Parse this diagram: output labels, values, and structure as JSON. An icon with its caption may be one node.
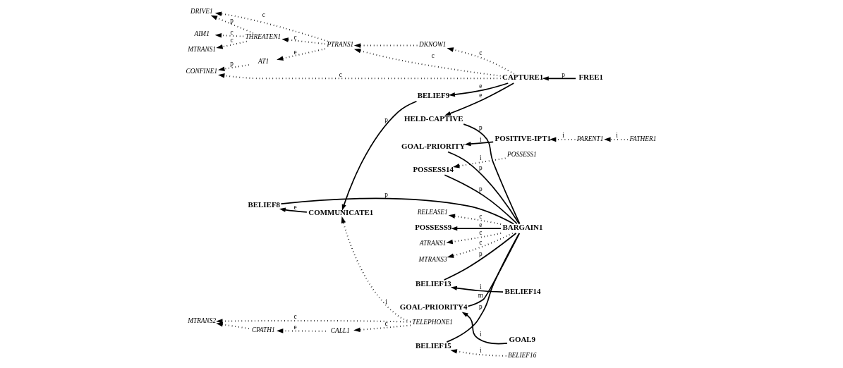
{
  "diagram": {
    "nodes": [
      {
        "text": [
          "POSSESS14"
        ]
      },
      {
        "text": [
          "POSSESS1"
        ]
      },
      {
        "text": [
          "GOAL-PRIORITY"
        ]
      },
      {
        "text": [
          "POSITIVE-IPT1"
        ]
      },
      {
        "text": [
          "PARENT1"
        ]
      },
      {
        "text": [
          "FATHER1"
        ]
      },
      {
        "text": [
          "HELD-CAPTIVE"
        ]
      },
      {
        "text": [
          "CAPTURE1"
        ]
      },
      {
        "text": [
          "FREE1"
        ]
      },
      {
        "text": [
          "BELIEF9"
        ]
      },
      {
        "text": [
          "POSSESS9"
        ]
      },
      {
        "text": [
          "BARGAIN1"
        ]
      },
      {
        "text": [
          "BELIEF8"
        ]
      },
      {
        "text": [
          "COMMUNICATE1"
        ]
      },
      {
        "text": [
          "TELEPHONE1"
        ]
      },
      {
        "text": [
          "CONFINE1"
        ]
      },
      {
        "text": [
          "AT1"
        ]
      },
      {
        "text": [
          "PTRANS1"
        ]
      },
      {
        "text": [
          "DKNOW1"
        ]
      },
      {
        "text": [
          "ATRANS1"
        ]
      },
      {
        "text": [
          "MTRANS3"
        ]
      },
      {
        "text": [
          "BELIEF15"
        ]
      },
      {
        "text": [
          "BELIEF16"
        ]
      },
      {
        "text": [
          "MTRANS2"
        ]
      },
      {
        "text": [
          "CALL1"
        ]
      },
      {
        "text": [
          "RELEASE1"
        ]
      },
      {
        "text": [
          "BELIEF13"
        ]
      },
      {
        "text": [
          "BELIEF14"
        ]
      },
      {
        "text": [
          "DRIVE1"
        ]
      },
      {
        "text": [
          "THREATEN1"
        ]
      },
      {
        "text": [
          "CPATH1"
        ]
      },
      {
        "text": [
          "GOAL-PRIORITY4"
        ]
      },
      {
        "text": [
          "GOAL9"
        ]
      },
      {
        "text": [
          "AIM1"
        ]
      },
      {
        "text": [
          "MTRANS1"
        ]
      }
    ],
    "edges": [
      {
        "from": 11,
        "to": 0,
        "arrow": "none",
        "label": "p"
      },
      {
        "from": 11,
        "to": 2,
        "arrow": "none",
        "label": "p"
      },
      {
        "from": 11,
        "to": 6,
        "arrow": "none",
        "label": "p"
      },
      {
        "from": 11,
        "to": 12,
        "arrow": "none",
        "label": "p"
      },
      {
        "from": 11,
        "to": 21,
        "arrow": "none",
        "label": "p"
      },
      {
        "from": 11,
        "to": 26,
        "arrow": "none",
        "label": "p"
      },
      {
        "from": 11,
        "to": 31,
        "arrow": "none",
        "label": "m"
      },
      {
        "from": 11,
        "to": 10,
        "arrow": "to",
        "label": "e"
      },
      {
        "from": 1,
        "to": 0,
        "arrow": "to",
        "label": "i",
        "style": "dashed"
      },
      {
        "from": 3,
        "to": 2,
        "arrow": "to",
        "label": "i"
      },
      {
        "from": 4,
        "to": 3,
        "arrow": "to",
        "label": "i",
        "style": "dashed"
      },
      {
        "from": 5,
        "to": 4,
        "arrow": "to",
        "label": "i",
        "style": "dashed"
      },
      {
        "from": 7,
        "to": 6,
        "arrow": "to",
        "label": "e"
      },
      {
        "from": 7,
        "to": 9,
        "arrow": "to",
        "label": "e"
      },
      {
        "from": 8,
        "to": 7,
        "arrow": "to",
        "label": "p"
      },
      {
        "from": 9,
        "to": 13,
        "arrow": "to",
        "label": "p"
      },
      {
        "from": 13,
        "to": 12,
        "arrow": "to",
        "label": "e"
      },
      {
        "from": 14,
        "to": 13,
        "arrow": "to",
        "label": "i",
        "style": "dashed"
      },
      {
        "from": 11,
        "to": 19,
        "arrow": "to",
        "label": "c",
        "style": "dashed"
      },
      {
        "from": 11,
        "to": 25,
        "arrow": "to",
        "label": "c",
        "style": "dashed"
      },
      {
        "from": 11,
        "to": 20,
        "arrow": "to",
        "label": "c",
        "style": "dashed"
      },
      {
        "from": 22,
        "to": 21,
        "arrow": "to",
        "label": "i",
        "style": "dashed"
      },
      {
        "from": 27,
        "to": 26,
        "arrow": "to",
        "label": "i"
      },
      {
        "from": 32,
        "to": 31,
        "arrow": "to",
        "label": "i"
      },
      {
        "from": 14,
        "to": 23,
        "arrow": "to",
        "label": "c",
        "style": "dashed"
      },
      {
        "from": 14,
        "to": 24,
        "arrow": "to",
        "label": "c",
        "style": "dashed"
      },
      {
        "from": 24,
        "to": 30,
        "arrow": "to",
        "label": "e",
        "style": "dashed"
      },
      {
        "from": 30,
        "to": 23,
        "arrow": "to",
        "style": "dashed"
      },
      {
        "from": 7,
        "to": 15,
        "arrow": "to",
        "label": "c",
        "style": "dashed"
      },
      {
        "from": 7,
        "to": 17,
        "arrow": "to",
        "label": "c",
        "style": "dashed"
      },
      {
        "from": 7,
        "to": 18,
        "arrow": "to",
        "label": "c",
        "style": "dashed"
      },
      {
        "from": 17,
        "to": 16,
        "arrow": "to",
        "label": "e",
        "style": "dashed"
      },
      {
        "from": 16,
        "to": 15,
        "arrow": "to",
        "label": "p",
        "style": "dashed"
      },
      {
        "from": 18,
        "to": 17,
        "arrow": "to",
        "style": "dashed"
      },
      {
        "from": 17,
        "to": 28,
        "arrow": "to",
        "label": "c",
        "style": "dashed"
      },
      {
        "from": 17,
        "to": 29,
        "arrow": "to",
        "label": "c",
        "style": "dashed"
      },
      {
        "from": 29,
        "to": 28,
        "arrow": "to",
        "label": "p",
        "style": "dashed"
      },
      {
        "from": 29,
        "to": 33,
        "arrow": "to",
        "label": "c",
        "style": "dashed"
      },
      {
        "from": 29,
        "to": 34,
        "arrow": "to",
        "label": "c",
        "style": "dashed"
      }
    ]
  }
}
